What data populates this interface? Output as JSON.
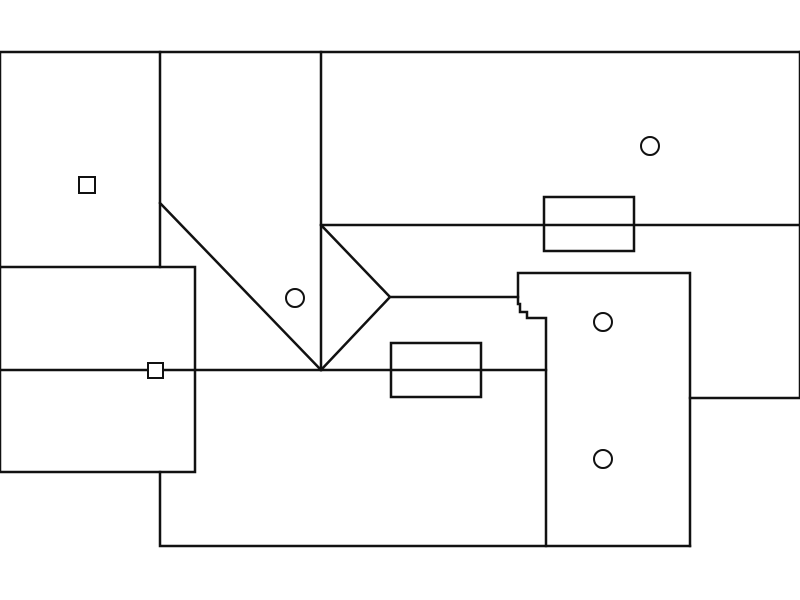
{
  "diagram": {
    "kind": "roof-plan-line-drawing",
    "line_color": "#111111",
    "background_color": "#ffffff",
    "symbols": {
      "square_markers": 2,
      "circle_markers": 4,
      "rectangles": 2
    }
  }
}
